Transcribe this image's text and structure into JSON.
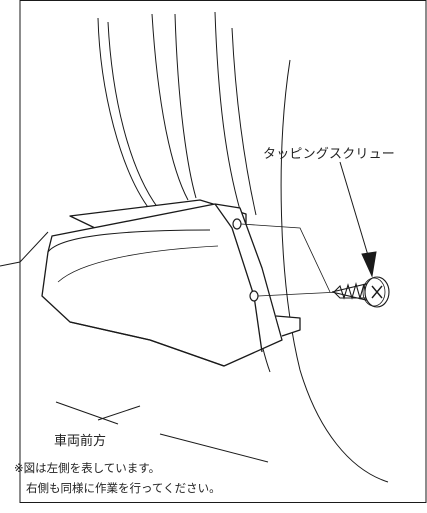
{
  "diagram": {
    "screw_label": "タッピングスクリュー",
    "direction_label": "車両前方",
    "note_lines": [
      "※図は左側を表しています。",
      "右側も同様に作業を行ってください。"
    ],
    "line_color": "#1a1a1a",
    "background_color": "#ffffff"
  }
}
